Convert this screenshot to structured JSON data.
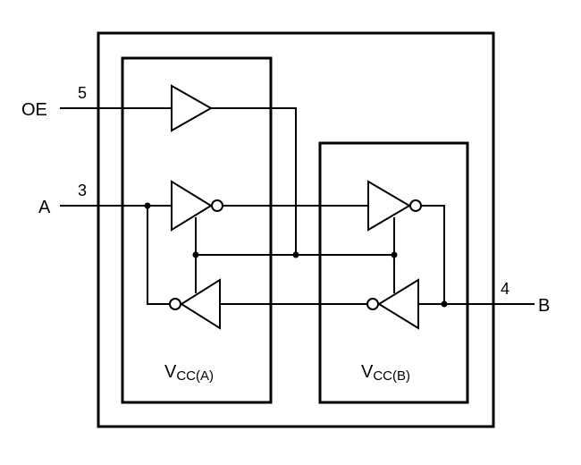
{
  "signals": {
    "oe": {
      "name": "OE",
      "pin": "5"
    },
    "a": {
      "name": "A",
      "pin": "3"
    },
    "b": {
      "name": "B",
      "pin": "4"
    }
  },
  "supplies": {
    "a": {
      "main": "V",
      "sub": "CC(A)"
    },
    "b": {
      "main": "V",
      "sub": "CC(B)"
    }
  }
}
